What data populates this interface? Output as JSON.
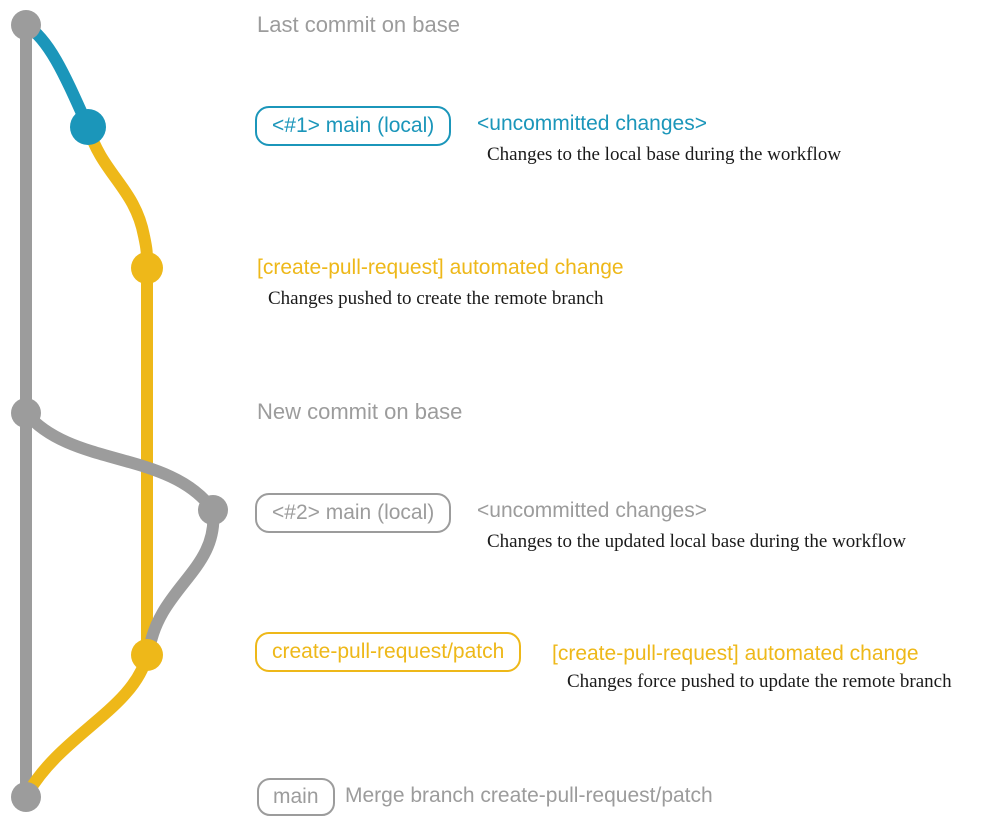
{
  "colors": {
    "base_gray": "#9c9c9c",
    "local_blue": "#1b96ba",
    "branch_yellow": "#eeb819",
    "description_black": "#1a1a1a"
  },
  "branches": {
    "base": "base (gray trunk)",
    "local_main": "main local (blue)",
    "remote_patch": "create-pull-request/patch (yellow)"
  },
  "events": {
    "base_tip": {
      "label": "Last commit on base"
    },
    "local_commit_1": {
      "tag": "<#1> main (local)",
      "title": "<uncommitted changes>",
      "description": "Changes to the local base during the workflow"
    },
    "remote_commit_1": {
      "title": "[create-pull-request] automated change",
      "description": "Changes pushed to create the remote branch"
    },
    "base_new": {
      "label": "New commit on base"
    },
    "local_commit_2": {
      "tag": "<#2> main (local)",
      "title": "<uncommitted changes>",
      "description": "Changes to the updated local base during the workflow"
    },
    "remote_commit_2": {
      "tag": "create-pull-request/patch",
      "title": "[create-pull-request] automated change",
      "description": "Changes force pushed to update the remote branch"
    },
    "merge_commit": {
      "tag": "main",
      "message": "Merge branch create-pull-request/patch"
    }
  }
}
